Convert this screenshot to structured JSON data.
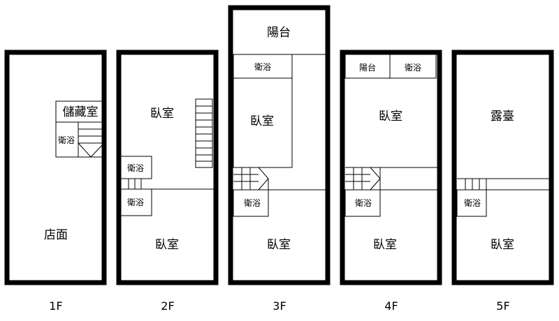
{
  "floors": {
    "f1": {
      "label": "1F",
      "rooms": {
        "storage": "儲藏室",
        "bath": "衛浴",
        "shop": "店面"
      }
    },
    "f2": {
      "label": "2F",
      "rooms": {
        "bedroom_top": "臥室",
        "bath_upper": "衛浴",
        "bath_lower": "衛浴",
        "bedroom_bottom": "臥室"
      }
    },
    "f3": {
      "label": "3F",
      "rooms": {
        "balcony": "陽台",
        "bath_upper": "衛浴",
        "bedroom_top": "臥室",
        "bath_lower": "衛浴",
        "bedroom_bottom": "臥室"
      }
    },
    "f4": {
      "label": "4F",
      "rooms": {
        "balcony": "陽台",
        "bath_upper": "衛浴",
        "bedroom_top": "臥室",
        "bath_lower": "衛浴",
        "bedroom_bottom": "臥室"
      }
    },
    "f5": {
      "label": "5F",
      "rooms": {
        "terrace": "露臺",
        "bath": "衛浴",
        "bedroom_bottom": "臥室"
      }
    }
  }
}
